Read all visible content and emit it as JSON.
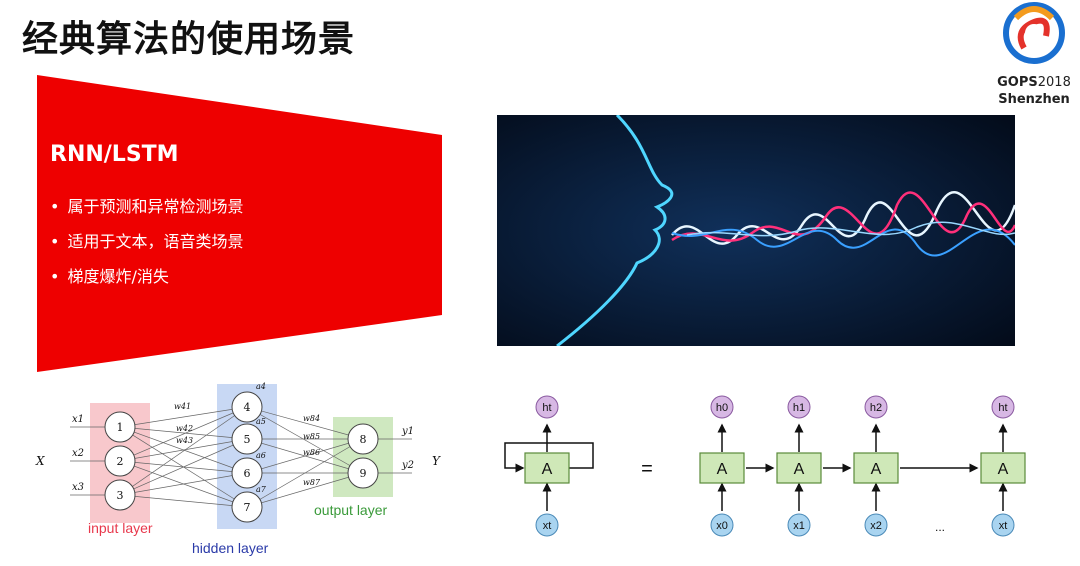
{
  "title": "经典算法的使用场景",
  "logo": {
    "brand": "GOPS",
    "year": "2018",
    "city": "Shenzhen"
  },
  "panel": {
    "heading": "RNN/LSTM",
    "bullets": [
      "属于预测和异常检测场景",
      "适用于文本，语音类场景",
      "梯度爆炸/消失"
    ],
    "color": "#ee0000"
  },
  "nn": {
    "input_label": "input layer",
    "hidden_label": "hidden layer",
    "output_label": "output layer",
    "x_label": "X",
    "y_label": "Y",
    "inputs": [
      "x1",
      "x2",
      "x3"
    ],
    "outputs": [
      "y1",
      "y2"
    ],
    "input_nodes": [
      "1",
      "2",
      "3"
    ],
    "hidden_nodes": [
      "4",
      "5",
      "6",
      "7"
    ],
    "hidden_acts": [
      "a4",
      "a5",
      "a6",
      "a7"
    ],
    "output_nodes": [
      "8",
      "9"
    ],
    "weights_in": [
      "w41",
      "w42",
      "w43"
    ],
    "weights_out": [
      "w84",
      "w85",
      "w86",
      "w87"
    ]
  },
  "rnn": {
    "cell": "A",
    "equals": "=",
    "h": [
      "ht",
      "h0",
      "h1",
      "h2",
      "ht"
    ],
    "x": [
      "xt",
      "x0",
      "x1",
      "x2",
      "xt"
    ],
    "ellipsis": "...",
    "colors": {
      "cell": "#cfe8b8",
      "h": "#d7b8e4",
      "x": "#a9d4f0"
    }
  }
}
